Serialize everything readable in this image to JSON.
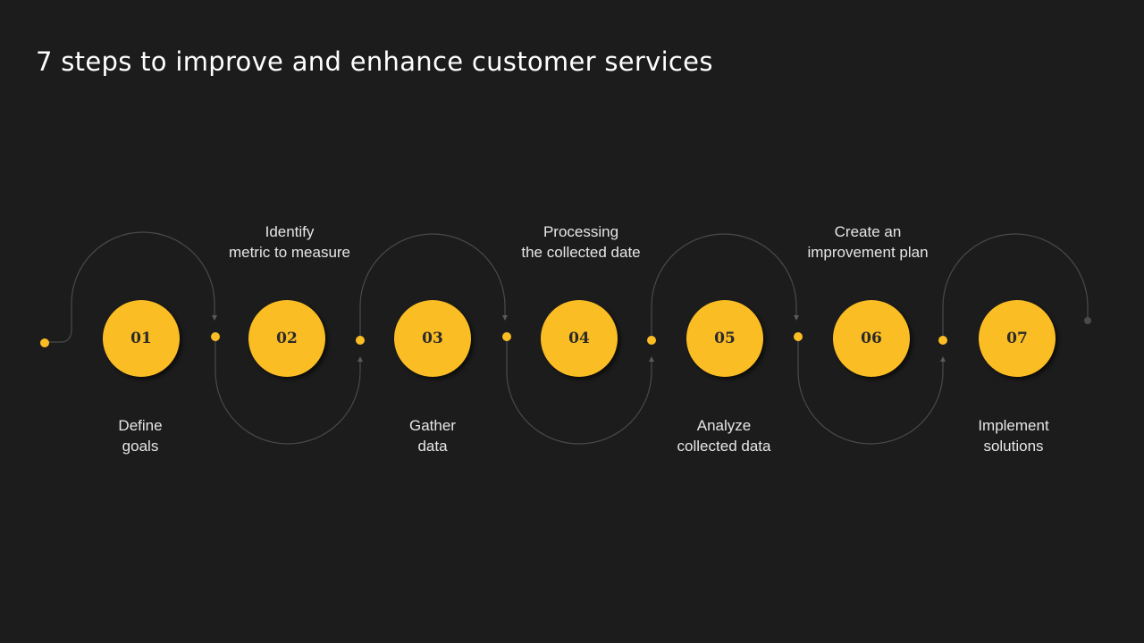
{
  "title": "7 steps to improve and enhance customer services",
  "colors": {
    "background": "#1c1c1c",
    "accent": "#fbbd24",
    "connector": "#4a4a4a",
    "text": "#e6e6e6"
  },
  "steps": [
    {
      "number": "01",
      "label": "Define\ngoals",
      "label_side": "below"
    },
    {
      "number": "02",
      "label": "Identify\nmetric to measure",
      "label_side": "above"
    },
    {
      "number": "03",
      "label": "Gather\ndata",
      "label_side": "below"
    },
    {
      "number": "04",
      "label": "Processing\nthe collected date",
      "label_side": "above"
    },
    {
      "number": "05",
      "label": "Analyze\ncollected data",
      "label_side": "below"
    },
    {
      "number": "06",
      "label": "Create an\nimprovement plan",
      "label_side": "above"
    },
    {
      "number": "07",
      "label": "Implement\nsolutions",
      "label_side": "below"
    }
  ]
}
